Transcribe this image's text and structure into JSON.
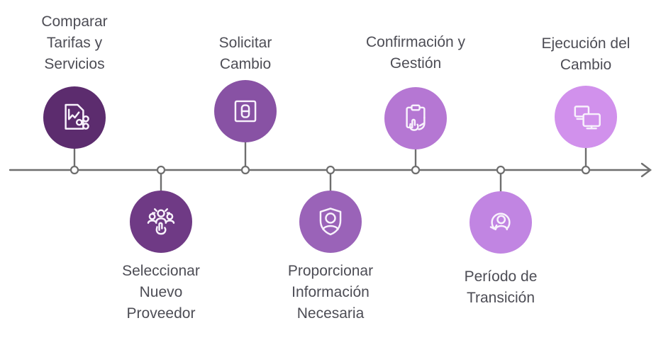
{
  "diagram": {
    "type": "timeline-process",
    "language": "es",
    "axis": {
      "direction": "left-to-right",
      "line_color": "#6e6e6e",
      "node_fill": "#ffffff"
    },
    "text_color": "#4d4d55",
    "background": "#ffffff"
  },
  "steps": [
    {
      "order": 1,
      "label": "Comparar\nTarifas y\nServicios",
      "color": "#5c2c6e",
      "icon": "document-chart-share-icon",
      "position": "above"
    },
    {
      "order": 2,
      "label": "Seleccionar\nNuevo\nProveedor",
      "color": "#6f3a85",
      "icon": "select-people-icon",
      "position": "below"
    },
    {
      "order": 3,
      "label": "Solicitar\nCambio",
      "color": "#8852a4",
      "icon": "change-request-form-icon",
      "position": "above"
    },
    {
      "order": 4,
      "label": "Proporcionar\nInformación\nNecesaria",
      "color": "#9a63b8",
      "icon": "shield-person-icon",
      "position": "below"
    },
    {
      "order": 5,
      "label": "Confirmación y\nGestión",
      "color": "#b577d3",
      "icon": "clipboard-hands-icon",
      "position": "above"
    },
    {
      "order": 6,
      "label": "Período de\nTransición",
      "color": "#c185e2",
      "icon": "person-refresh-icon",
      "position": "below"
    },
    {
      "order": 7,
      "label": "Ejecución del\nCambio",
      "color": "#d191ec",
      "icon": "dual-monitors-icon",
      "position": "above"
    }
  ]
}
